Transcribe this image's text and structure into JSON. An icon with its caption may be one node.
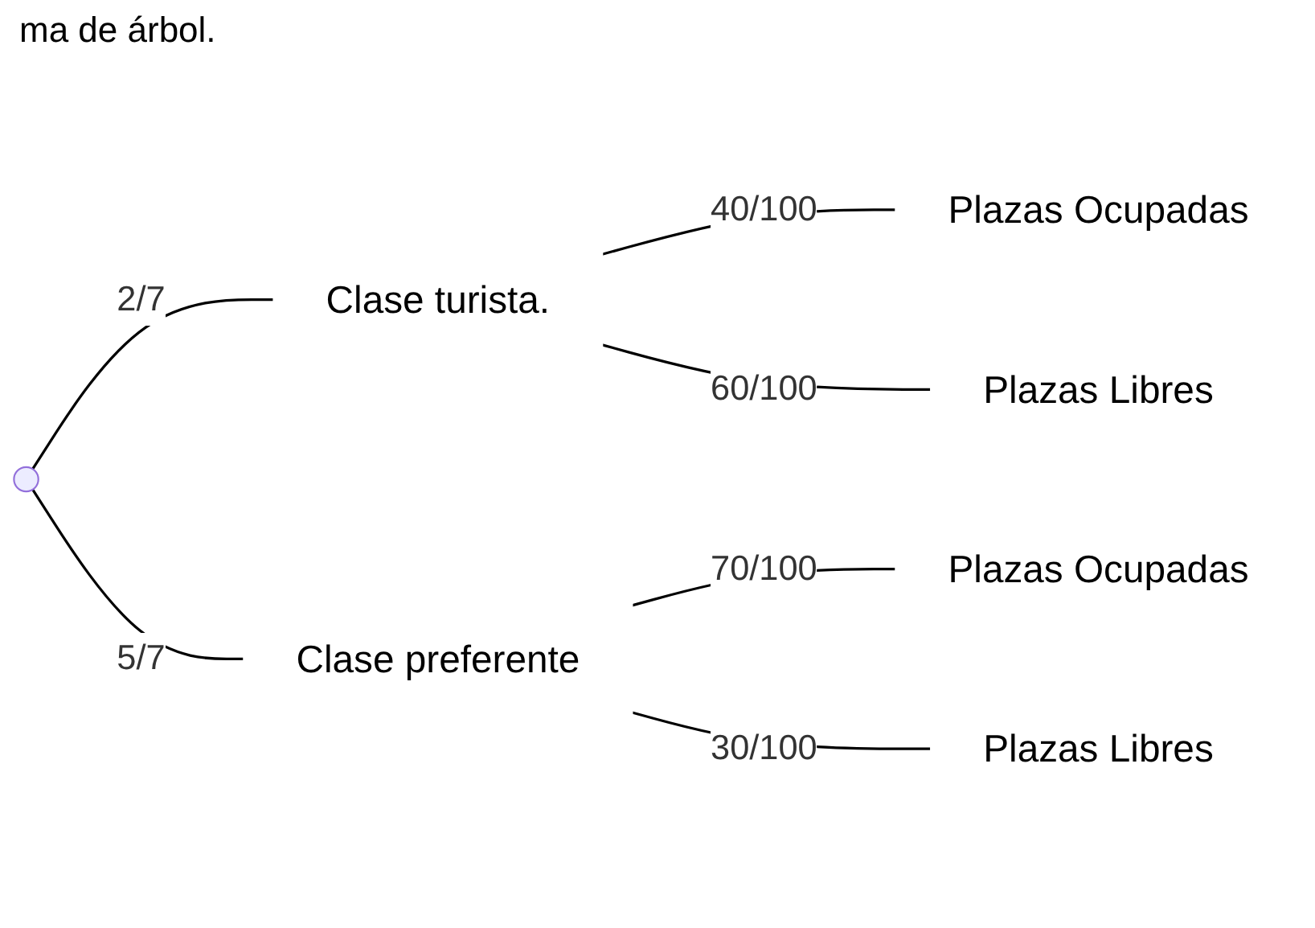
{
  "diagram": {
    "nodes": [
      {
        "text": [],
        "shape": "point"
      },
      {
        "text": [
          "Clase turista."
        ]
      },
      {
        "text": [
          "Plazas Ocupadas"
        ]
      },
      {
        "text": [
          "Plazas Libres"
        ]
      },
      {
        "text": [
          "Clase preferente"
        ]
      },
      {
        "text": [
          "Plazas Ocupadas"
        ]
      },
      {
        "text": [
          "Plazas Libres"
        ]
      }
    ],
    "edges": [
      {
        "from": 0,
        "to": 1,
        "arrow": "none",
        "label": "2/7"
      },
      {
        "from": 1,
        "to": 2,
        "arrow": "none",
        "label": "40/100"
      },
      {
        "from": 1,
        "to": 3,
        "arrow": "none",
        "label": "60/100"
      },
      {
        "from": 0,
        "to": 4,
        "arrow": "none",
        "label": "5/7"
      },
      {
        "from": 4,
        "to": 5,
        "arrow": "none",
        "label": "70/100"
      },
      {
        "from": 4,
        "to": 6,
        "arrow": "none",
        "label": "30/100"
      }
    ],
    "labels": [
      "ma de árbol."
    ]
  }
}
